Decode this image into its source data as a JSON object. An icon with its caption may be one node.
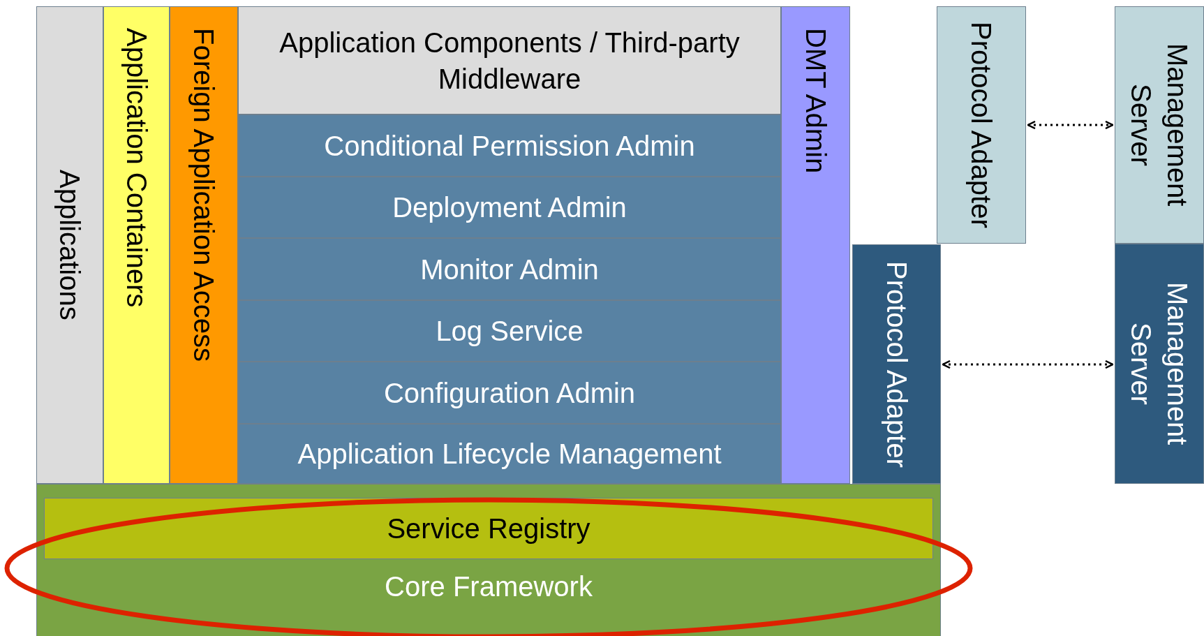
{
  "diagram": {
    "nodes": [
      {
        "text": [
          "Applications"
        ]
      },
      {
        "text": [
          "Application Containers"
        ]
      },
      {
        "text": [
          "Foreign Application Access"
        ]
      },
      {
        "text": [
          "Application Components / Third-party Middleware"
        ]
      },
      {
        "text": [
          "Conditional Permission Admin"
        ]
      },
      {
        "text": [
          "Deployment Admin"
        ]
      },
      {
        "text": [
          "Monitor Admin"
        ]
      },
      {
        "text": [
          "Log Service"
        ]
      },
      {
        "text": [
          "Configuration Admin"
        ]
      },
      {
        "text": [
          "Application Lifecycle Management"
        ]
      },
      {
        "text": [
          "DMT Admin"
        ]
      },
      {
        "text": [
          "Protocol Adapter"
        ]
      },
      {
        "text": [
          "Management Server"
        ]
      },
      {
        "text": [
          "Protocol Adapter"
        ]
      },
      {
        "text": [
          "Management Server"
        ]
      },
      {
        "text": [
          "Core Framework"
        ]
      },
      {
        "text": [
          "Service Registry"
        ],
        "in": 15
      }
    ],
    "edges": [
      {
        "from": 11,
        "to": 12,
        "arrow": "both",
        "style": "dashed"
      },
      {
        "from": 13,
        "to": 14,
        "arrow": "both",
        "style": "dashed"
      }
    ]
  }
}
